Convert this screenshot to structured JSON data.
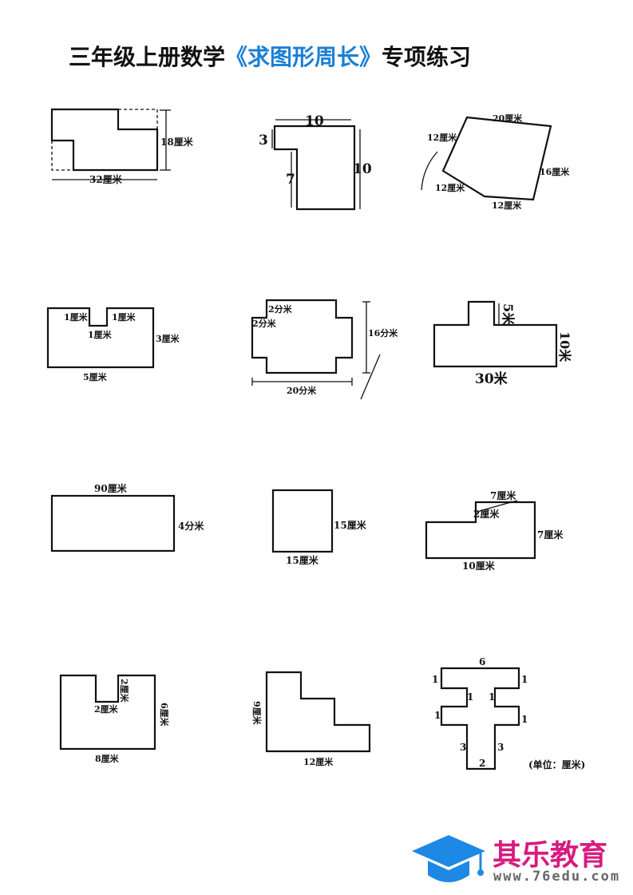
{
  "title": {
    "prefix": "三年级上册数学",
    "highlight": "《求图形周长》",
    "suffix": "专项练习"
  },
  "figures": [
    {
      "labels": [
        "18厘米",
        "32厘米"
      ]
    },
    {
      "labels": [
        "10",
        "3",
        "7",
        "10"
      ]
    },
    {
      "labels": [
        "20厘米",
        "12厘米",
        "16厘米",
        "12厘米",
        "12厘米"
      ]
    },
    {
      "labels": [
        "1厘米",
        "1厘米",
        "1厘米",
        "3厘米",
        "5厘米"
      ]
    },
    {
      "labels": [
        "2分米",
        "2分米",
        "16分米",
        "20分米"
      ]
    },
    {
      "labels": [
        "5米",
        "10米",
        "30米"
      ]
    },
    {
      "labels": [
        "90厘米",
        "4分米"
      ]
    },
    {
      "labels": [
        "15厘米",
        "15厘米"
      ]
    },
    {
      "labels": [
        "7厘米",
        "2厘米",
        "7厘米",
        "10厘米"
      ]
    },
    {
      "labels": [
        "2厘米",
        "2厘米",
        "6厘米",
        "8厘米"
      ]
    },
    {
      "labels": [
        "9厘米",
        "12厘米"
      ]
    },
    {
      "labels": [
        "6",
        "1",
        "1",
        "1",
        "1",
        "1",
        "1",
        "3",
        "3",
        "2",
        "(单位：厘米)"
      ]
    }
  ],
  "brand": {
    "name": "其乐教育",
    "url": "www.76edu.com",
    "color": "#d81b7f",
    "icon": "graduation-cap-icon",
    "icon_color": "#1e88e5"
  }
}
